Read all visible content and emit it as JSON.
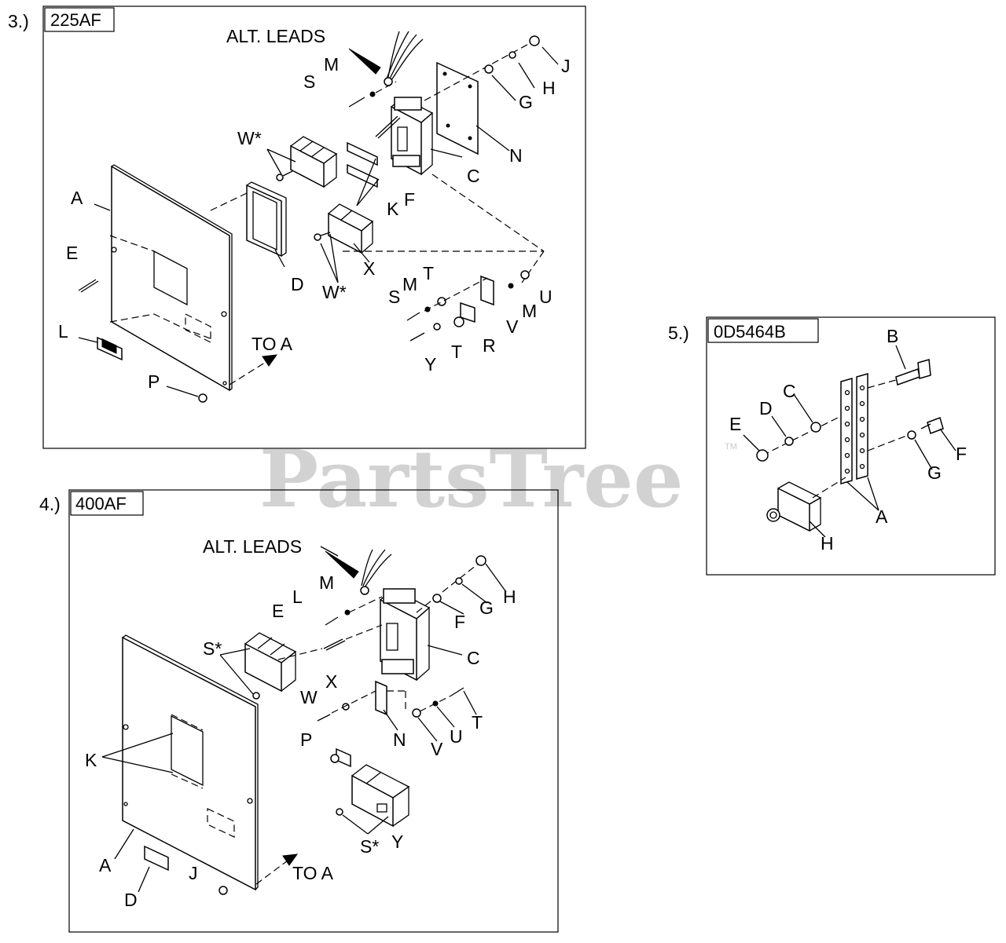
{
  "watermark": {
    "text": "PartsTree",
    "trademark": "TM"
  },
  "panels": [
    {
      "number": "3.)",
      "title": "225AF",
      "labels": {
        "alt_leads": "ALT. LEADS",
        "m1": "M",
        "s1": "S",
        "j": "J",
        "h": "H",
        "g": "G",
        "w1": "W*",
        "n": "N",
        "c": "C",
        "a": "A",
        "k": "K",
        "f": "F",
        "e": "E",
        "x": "X",
        "d": "D",
        "w2": "W*",
        "t1": "T",
        "m2": "M",
        "s2": "S",
        "u": "U",
        "m3": "M",
        "v": "V",
        "l": "L",
        "to_a": "TO A",
        "t2": "T",
        "r": "R",
        "y": "Y",
        "p": "P"
      }
    },
    {
      "number": "4.)",
      "title": "400AF",
      "labels": {
        "alt_leads": "ALT. LEADS",
        "m": "M",
        "l": "L",
        "e": "E",
        "s1": "S*",
        "h": "H",
        "g": "G",
        "f": "F",
        "c": "C",
        "w": "W",
        "x": "X",
        "t": "T",
        "u": "U",
        "v": "V",
        "n": "N",
        "p": "P",
        "k": "K",
        "y": "Y",
        "s2": "S*",
        "a": "A",
        "to_a": "TO A",
        "j": "J",
        "d": "D"
      }
    },
    {
      "number": "5.)",
      "title": "0D5464B",
      "labels": {
        "b": "B",
        "c": "C",
        "d": "D",
        "e": "E",
        "f": "F",
        "g": "G",
        "a": "A",
        "h": "H"
      }
    }
  ]
}
